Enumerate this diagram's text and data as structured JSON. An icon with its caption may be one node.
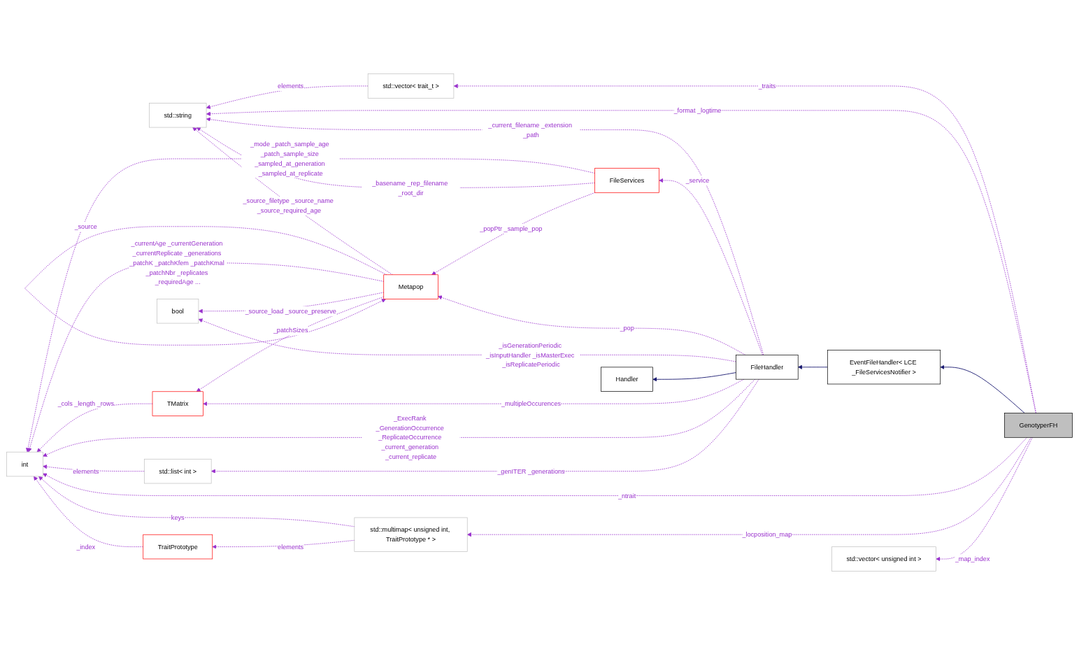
{
  "diagram": {
    "nodes": [
      {
        "text": [
          "std::vector< trait_t >"
        ]
      },
      {
        "text": [
          "std::string"
        ]
      },
      {
        "text": [
          "FileServices"
        ]
      },
      {
        "text": [
          "Metapop"
        ]
      },
      {
        "text": [
          "bool"
        ]
      },
      {
        "text": [
          "TMatrix"
        ]
      },
      {
        "text": [
          "Handler"
        ]
      },
      {
        "text": [
          "FileHandler"
        ]
      },
      {
        "text": [
          "EventFileHandler< LCE _FileServicesNotifier >"
        ]
      },
      {
        "text": [
          "int"
        ]
      },
      {
        "text": [
          "std::list< int >"
        ]
      },
      {
        "text": [
          "std::multimap< unsigned int, TraitPrototype * >"
        ]
      },
      {
        "text": [
          "TraitPrototype"
        ]
      },
      {
        "text": [
          "GenotyperFH"
        ]
      },
      {
        "text": [
          "std::vector< unsigned int >"
        ]
      }
    ],
    "edges": [
      {
        "from": 2,
        "to": 9,
        "arrow": "to",
        "label": "_mode _patch_sample_age _patch_sample_size _sampled_at_generation _sampled_at_replicate",
        "style": "dashed"
      },
      {
        "from": 0,
        "to": 1,
        "arrow": "to",
        "label": "elements",
        "style": "dashed"
      },
      {
        "from": 13,
        "to": 0,
        "arrow": "to",
        "label": "_traits",
        "style": "dashed"
      },
      {
        "from": 13,
        "to": 1,
        "arrow": "to",
        "label": "_format _logtime",
        "style": "dashed"
      },
      {
        "from": 2,
        "to": 1,
        "arrow": "to",
        "label": "_basename _rep_filename _root_dir",
        "style": "dashed"
      },
      {
        "from": 7,
        "to": 1,
        "arrow": "to",
        "label": "_current_filename _extension _path",
        "style": "dashed"
      },
      {
        "from": 3,
        "to": 1,
        "arrow": "to",
        "label": "_source_filetype _source_name _source_required_age",
        "style": "dashed"
      },
      {
        "from": 2,
        "to": 3,
        "arrow": "to",
        "label": "_popPtr _sample_pop",
        "style": "dashed"
      },
      {
        "from": 7,
        "to": 2,
        "arrow": "to",
        "label": "_service",
        "style": "dashed"
      },
      {
        "from": 3,
        "to": 3,
        "arrow": "to",
        "label": "_source",
        "style": "dashed"
      },
      {
        "from": 3,
        "to": 9,
        "arrow": "to",
        "label": "_currentAge _currentGeneration _currentReplicate _generations _patchK _patchKfem _patchKmal _patchNbr _replicates _requiredAge ...",
        "style": "dashed"
      },
      {
        "from": 7,
        "to": 3,
        "arrow": "to",
        "label": "_pop",
        "style": "dashed"
      },
      {
        "from": 3,
        "to": 4,
        "arrow": "to",
        "label": "_source_load _source_preserve",
        "style": "dashed"
      },
      {
        "from": 3,
        "to": 5,
        "arrow": "to",
        "label": "_patchSizes",
        "style": "dashed"
      },
      {
        "from": 7,
        "to": 4,
        "arrow": "to",
        "label": "_isGenerationPeriodic _isInputHandler _isMasterExec _isReplicatePeriodic",
        "style": "dashed"
      },
      {
        "from": 7,
        "to": 6,
        "arrow": "to",
        "color": "#191970"
      },
      {
        "from": 7,
        "to": 5,
        "arrow": "to",
        "label": "_multipleOccurences",
        "style": "dashed"
      },
      {
        "from": 8,
        "to": 7,
        "arrow": "to",
        "color": "#191970"
      },
      {
        "from": 13,
        "to": 8,
        "arrow": "to",
        "color": "#191970"
      },
      {
        "from": 5,
        "to": 9,
        "arrow": "to",
        "label": "_cols _length _rows",
        "style": "dashed"
      },
      {
        "from": 7,
        "to": 9,
        "arrow": "to",
        "label": "_ExecRank _GenerationOccurrence _ReplicateOccurrence _current_generation _current_replicate",
        "style": "dashed"
      },
      {
        "from": 10,
        "to": 9,
        "arrow": "to",
        "label": "elements",
        "style": "dashed"
      },
      {
        "from": 7,
        "to": 10,
        "arrow": "to",
        "label": "_genITER _generations",
        "style": "dashed"
      },
      {
        "from": 13,
        "to": 9,
        "arrow": "to",
        "label": "_ntrait",
        "style": "dashed"
      },
      {
        "from": 11,
        "to": 9,
        "arrow": "to",
        "label": "keys",
        "style": "dashed"
      },
      {
        "from": 13,
        "to": 11,
        "arrow": "to",
        "label": "_locposition_map",
        "style": "dashed"
      },
      {
        "from": 11,
        "to": 12,
        "arrow": "to",
        "label": "elements",
        "style": "dashed"
      },
      {
        "from": 12,
        "to": 9,
        "arrow": "to",
        "label": "_index",
        "style": "dashed"
      },
      {
        "from": 13,
        "to": 14,
        "arrow": "to",
        "label": "_map_index",
        "style": "dashed"
      }
    ]
  }
}
